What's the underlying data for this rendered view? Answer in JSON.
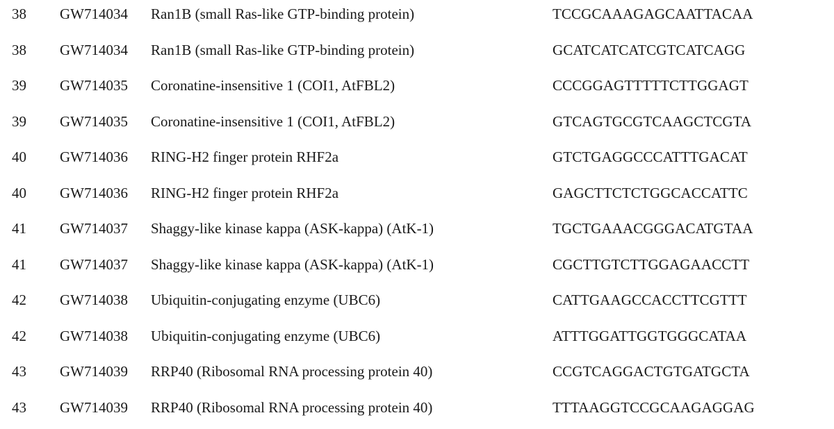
{
  "rows": [
    {
      "num": "38",
      "accession": "GW714034",
      "description": "Ran1B (small Ras-like GTP-binding protein)",
      "sequence": "TCCGCAAAGAGCAATTACAA"
    },
    {
      "num": "38",
      "accession": "GW714034",
      "description": "Ran1B (small Ras-like GTP-binding protein)",
      "sequence": "GCATCATCATCGTCATCAGG"
    },
    {
      "num": "39",
      "accession": "GW714035",
      "description": "Coronatine-insensitive 1 (COI1, AtFBL2)",
      "sequence": "CCCGGAGTTTTTCTTGGAGT"
    },
    {
      "num": "39",
      "accession": "GW714035",
      "description": "Coronatine-insensitive 1 (COI1, AtFBL2)",
      "sequence": "GTCAGTGCGTCAAGCTCGTA"
    },
    {
      "num": "40",
      "accession": "GW714036",
      "description": "RING-H2 finger protein RHF2a",
      "sequence": "GTCTGAGGCCCATTTGACAT"
    },
    {
      "num": "40",
      "accession": "GW714036",
      "description": "RING-H2 finger protein RHF2a",
      "sequence": "GAGCTTCTCTGGCACCATTC"
    },
    {
      "num": "41",
      "accession": "GW714037",
      "description": "Shaggy-like kinase kappa (ASK-kappa) (AtK-1)",
      "sequence": "TGCTGAAACGGGACATGTAA"
    },
    {
      "num": "41",
      "accession": "GW714037",
      "description": "Shaggy-like kinase kappa (ASK-kappa) (AtK-1)",
      "sequence": "CGCTTGTCTTGGAGAACCTT"
    },
    {
      "num": "42",
      "accession": "GW714038",
      "description": "Ubiquitin-conjugating enzyme (UBC6)",
      "sequence": "CATTGAAGCCACCTTCGTTT"
    },
    {
      "num": "42",
      "accession": "GW714038",
      "description": "Ubiquitin-conjugating enzyme (UBC6)",
      "sequence": "ATTTGGATTGGTGGGCATAA"
    },
    {
      "num": "43",
      "accession": "GW714039",
      "description": "RRP40 (Ribosomal RNA processing protein 40)",
      "sequence": "CCGTCAGGACTGTGATGCTA"
    },
    {
      "num": "43",
      "accession": "GW714039",
      "description": "RRP40 (Ribosomal RNA processing protein 40)",
      "sequence": "TTTAAGGTCCGCAAGAGGAG"
    }
  ]
}
